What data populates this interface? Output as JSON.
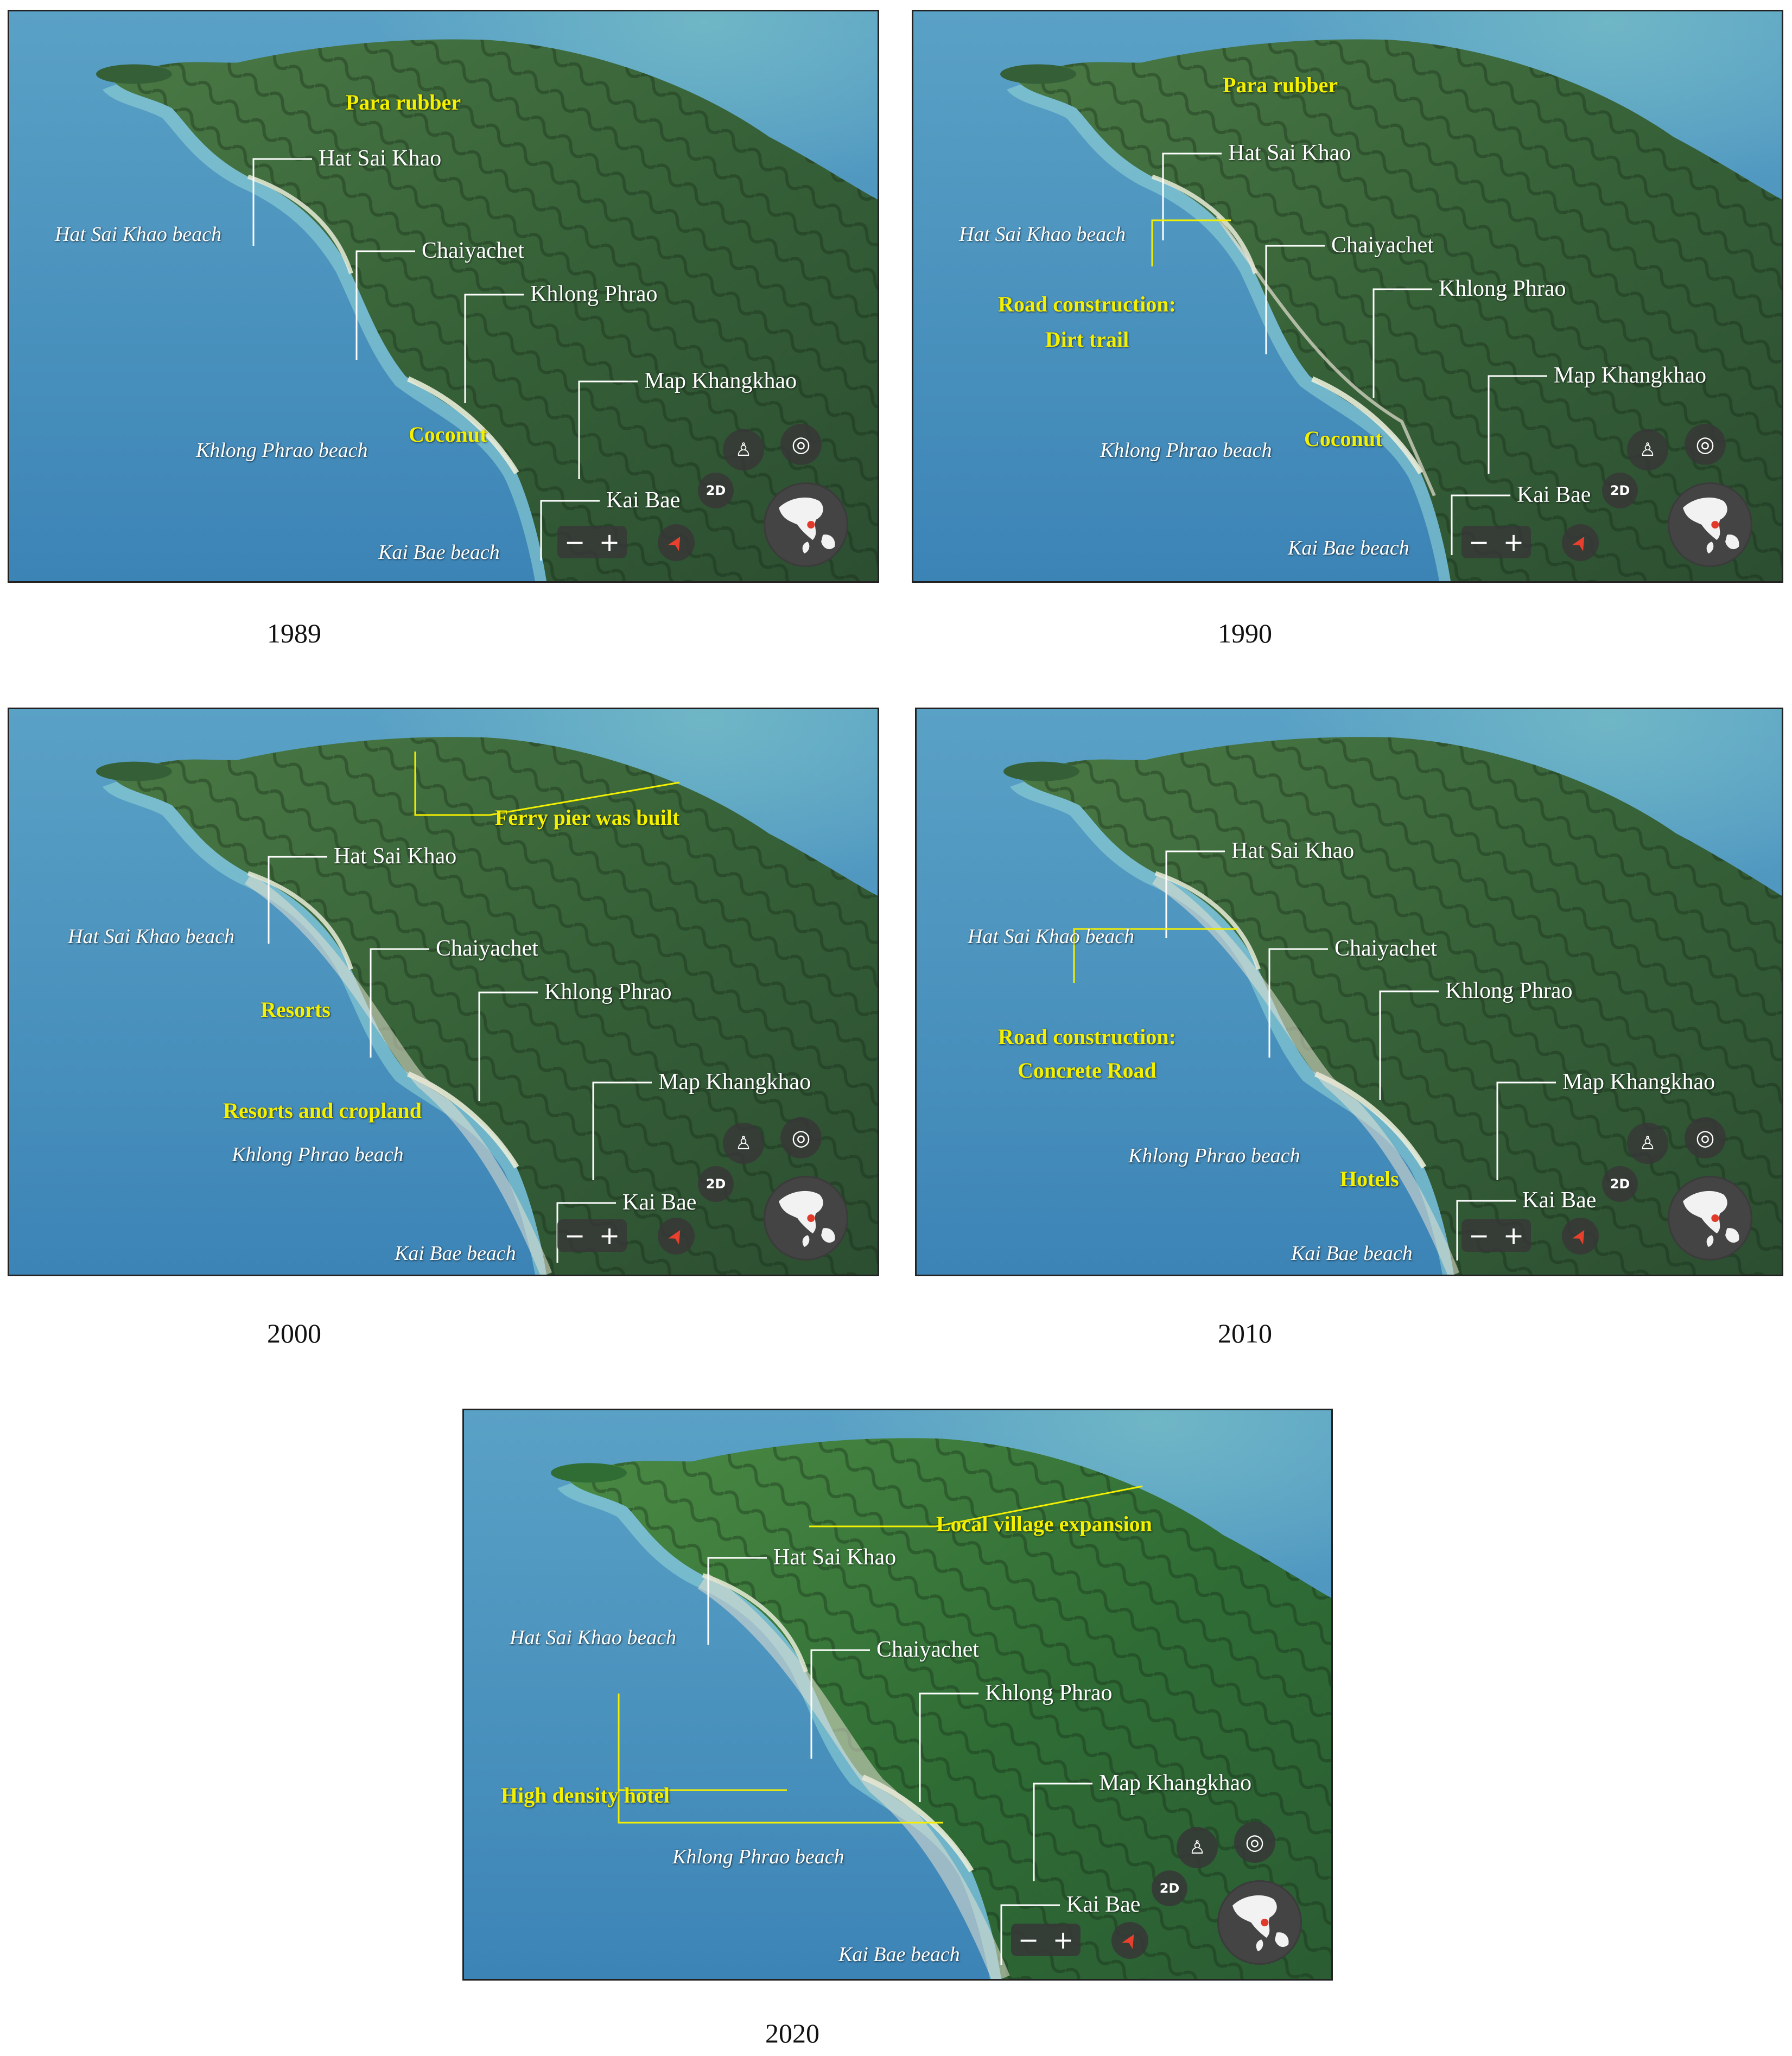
{
  "panels": [
    {
      "caption": "1989",
      "places": [
        "Hat Sai Khao",
        "Chaiyachet",
        "Khlong Phrao",
        "Map Khangkhao",
        "Kai Bae"
      ],
      "beaches": [
        "Hat Sai Khao beach",
        "Khlong Phrao beach",
        "Kai Bae beach"
      ],
      "annotations": [
        "Para rubber",
        "Coconut"
      ]
    },
    {
      "caption": "1990",
      "places": [
        "Hat Sai Khao",
        "Chaiyachet",
        "Khlong Phrao",
        "Map Khangkhao",
        "Kai Bae"
      ],
      "beaches": [
        "Hat Sai Khao beach",
        "Khlong Phrao beach",
        "Kai Bae beach"
      ],
      "annotations": [
        "Para rubber",
        "Road construction:",
        "Dirt trail",
        "Coconut"
      ]
    },
    {
      "caption": "2000",
      "places": [
        "Hat Sai Khao",
        "Chaiyachet",
        "Khlong Phrao",
        "Map Khangkhao",
        "Kai Bae"
      ],
      "beaches": [
        "Hat Sai Khao beach",
        "Khlong Phrao beach",
        "Kai Bae beach"
      ],
      "annotations": [
        "Ferry pier was built",
        "Resorts",
        "Resorts and cropland"
      ]
    },
    {
      "caption": "2010",
      "places": [
        "Hat Sai Khao",
        "Chaiyachet",
        "Khlong Phrao",
        "Map Khangkhao",
        "Kai Bae"
      ],
      "beaches": [
        "Hat Sai Khao beach",
        "Khlong Phrao beach",
        "Kai Bae beach"
      ],
      "annotations": [
        "Road construction:",
        "Concrete Road",
        "Hotels"
      ]
    },
    {
      "caption": "2020",
      "places": [
        "Hat Sai Khao",
        "Chaiyachet",
        "Khlong Phrao",
        "Map Khangkhao",
        "Kai Bae"
      ],
      "beaches": [
        "Hat Sai Khao beach",
        "Khlong Phrao beach",
        "Kai Bae beach"
      ],
      "annotations": [
        "Local village expansion",
        "High density hotel"
      ]
    }
  ],
  "controls": {
    "view_mode_label": "2D",
    "zoom_out_label": "−",
    "zoom_in_label": "+",
    "icons": [
      "pegman-icon",
      "locate-icon",
      "compass-icon",
      "globe-icon"
    ]
  },
  "colors": {
    "sea": "#3c84b6",
    "land": "#3f6b3a",
    "annotation": "#f4f000",
    "place_label": "#ffffff"
  }
}
